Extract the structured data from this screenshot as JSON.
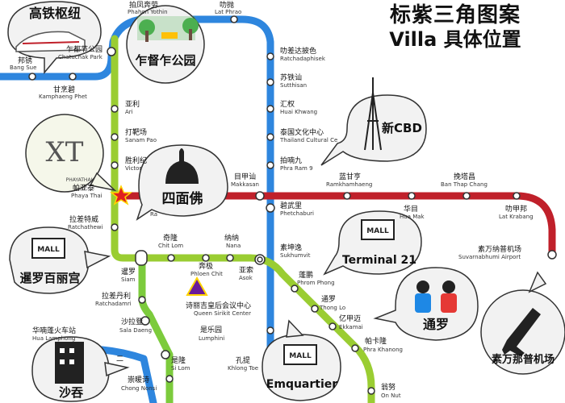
{
  "header": {
    "line1": "标紫三角图案",
    "line2": "Villa 具体位置"
  },
  "colors": {
    "sukhumvit_line": "#9ACD32",
    "silom_line": "#7CCB3C",
    "blue_line": "#2E86DE",
    "airport_line": "#C0202A",
    "bubble_bg": "#F2F2F2",
    "star": "#E02020",
    "villa_marker": "#6A1B9A"
  },
  "stations": {
    "bang_sue": {
      "cn": "邦锈",
      "en": "Bang Sue"
    },
    "kamphaeng_phet": {
      "cn": "甘烹碧",
      "en": "Kamphaeng Phet"
    },
    "chatuchak": {
      "cn": "乍都节公园",
      "en": "Chatuchak Park"
    },
    "phahon_yothin": {
      "cn": "拍凤奔劳",
      "en": "Phahon Yothin"
    },
    "lat_phrao": {
      "cn": "叻抛",
      "en": "Lat Phrao"
    },
    "ratchadaphisek": {
      "cn": "叻差达披色",
      "en": "Ratchadaphisek"
    },
    "sutthisan": {
      "cn": "苏铁讪",
      "en": "Sutthisan"
    },
    "huai_khwang": {
      "cn": "汇权",
      "en": "Huai Khwang"
    },
    "thailand_cultural": {
      "cn": "泰国文化中心",
      "en": "Thailand Cultural Ce"
    },
    "phra_ram_9": {
      "cn": "拍喃九",
      "en": "Phra Ram 9"
    },
    "ari": {
      "cn": "亚利",
      "en": "Ari"
    },
    "sanam_pao": {
      "cn": "打靶场",
      "en": "Sanam Pao"
    },
    "victory": {
      "cn": "胜利纪",
      "en": "Victor"
    },
    "phaya_thai": {
      "cn": "帕亚泰",
      "en": "Phaya Thai"
    },
    "ratchathewi": {
      "cn": "拉差特威",
      "en": "Ratchathewi"
    },
    "ratchaprasong": {
      "cn": "",
      "en": "Ra"
    },
    "makkasan": {
      "cn": "目甲讪",
      "en": "Makkasan"
    },
    "phetchaburi": {
      "cn": "碧武里",
      "en": "Phetchaburi"
    },
    "ramkhamhaeng": {
      "cn": "蓝甘亨",
      "en": "Ramkhamhaeng"
    },
    "ban_thap_chang": {
      "cn": "挽塔昌",
      "en": "Ban Thap Chang"
    },
    "hua_mak": {
      "cn": "华目",
      "en": "Hua Mak"
    },
    "lat_krabang": {
      "cn": "叻甲邦",
      "en": "Lat Krabang"
    },
    "chit_lom": {
      "cn": "奇隆",
      "en": "Chit Lom"
    },
    "nana": {
      "cn": "纳纳",
      "en": "Nana"
    },
    "sukhumvit": {
      "cn": "素坤逸",
      "en": "Sukhumvit"
    },
    "siam": {
      "cn": "暹罗",
      "en": "Siam"
    },
    "phloen_chit": {
      "cn": "奔极",
      "en": "Phloen Chit"
    },
    "asok": {
      "cn": "亚索",
      "en": "Asok"
    },
    "phrom_phong": {
      "cn": "蓬鹏",
      "en": "Phrom Phong"
    },
    "ratchadamri": {
      "cn": "拉差丹利",
      "en": "Ratchadamri"
    },
    "queen_sirikit": {
      "cn": "诗丽吉皇后会议中心",
      "en": "Queen Sirikit Center"
    },
    "thong_lo": {
      "cn": "通罗",
      "en": "Thong Lo"
    },
    "ekkamai": {
      "cn": "亿甲迈",
      "en": "Ekkamai"
    },
    "sala_daeng": {
      "cn": "沙拉登",
      "en": "Sala Daeng"
    },
    "lumphini": {
      "cn": "是乐园",
      "en": "Lumphini"
    },
    "phra_khanong": {
      "cn": "帕卡隆",
      "en": "Phra Khanong"
    },
    "hua_lamphong": {
      "cn": "华喃蓬火车站",
      "en": "Hua Lamphong"
    },
    "si_lom": {
      "cn": "是隆",
      "en": "Si Lom"
    },
    "khlong_toei": {
      "cn": "孔提",
      "en": "Khlong Toe"
    },
    "chong_nonsi": {
      "cn": "崇暖诗",
      "en": "Chong Nonsi"
    },
    "on_nut": {
      "cn": "翁努",
      "en": "On Nut"
    },
    "suvarnabhumi": {
      "cn": "素万纳普机场",
      "en": "Suvarnabhumi Airport"
    },
    "er_lang": {
      "cn": "二",
      "en": ""
    }
  },
  "bubbles": {
    "high_speed_rail": "高铁枢纽",
    "chatuchak_park": "乍督乍公园",
    "xt_logo": "XT",
    "xt_sub": "PHAYATHAI",
    "erawan": "四面佛",
    "new_cbd": "新CBD",
    "terminal21": "Terminal 21",
    "siam_paragon": "暹罗百丽宫",
    "thonglo": "通罗",
    "airport": "素万那普机场",
    "emquartier": "Emquartier",
    "sathorn": "沙吞",
    "mall_sign": "MALL"
  }
}
